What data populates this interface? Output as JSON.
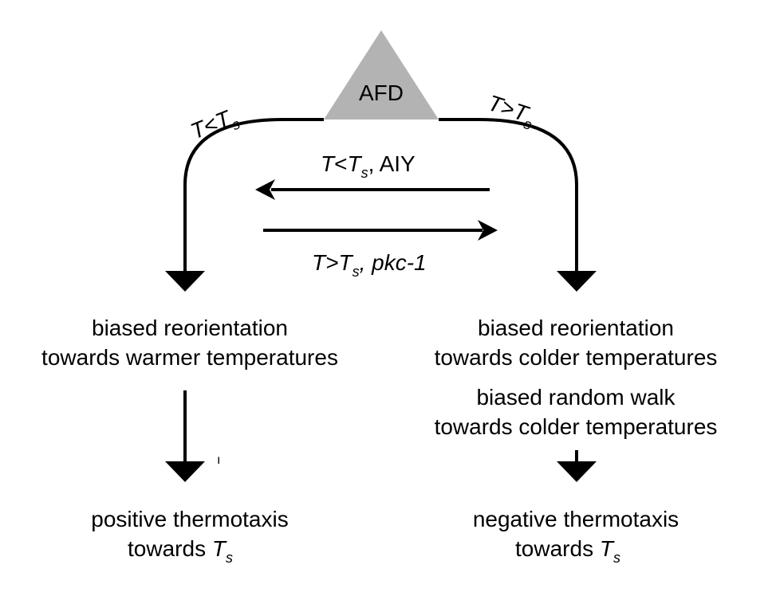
{
  "node": {
    "label": "AFD",
    "fill": "#b3b3b3"
  },
  "branches": {
    "left": {
      "T": "T",
      "op": "<",
      "sub": "s"
    },
    "right": {
      "T": "T",
      "op": ">",
      "sub": "s"
    }
  },
  "arrows": {
    "top": {
      "T": "T",
      "op": "<",
      "sub": "s",
      "suffix": ", AIY"
    },
    "bottom": {
      "T": "T",
      "op": ">",
      "sub": "s",
      "suffix": ", pkc-1"
    }
  },
  "left": {
    "behavior_line1": "biased reorientation",
    "behavior_line2": "towards warmer temperatures",
    "result_line1": "positive thermotaxis",
    "result_line2_prefix": "towards ",
    "result_T": "T",
    "result_sub": "s"
  },
  "right": {
    "behavior_line1": "biased reorientation",
    "behavior_line2": "towards colder temperatures",
    "behavior2_line1": "biased random walk",
    "behavior2_line2": "towards colder temperatures",
    "result_line1": "negative thermotaxis",
    "result_line2_prefix": "towards ",
    "result_T": "T",
    "result_sub": "s"
  },
  "stray_mark": "ı"
}
